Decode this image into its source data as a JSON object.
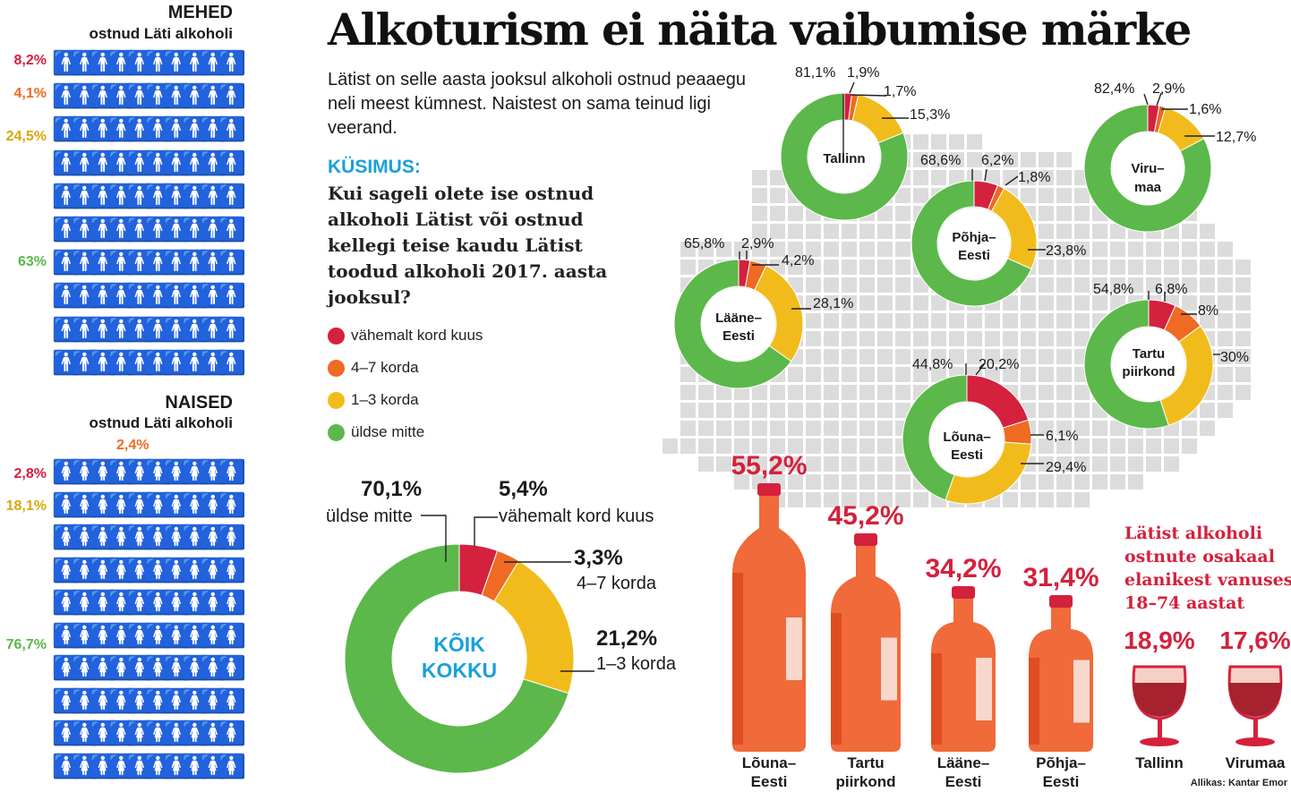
{
  "title": "Alkoturism ei näita vaibumise märke",
  "intro": "Lätist on selle aasta jooksul alkoholi ostnud peaaegu neli meest kümnest. Naistest on sama teinud ligi veerand.",
  "question_label": "KÜSIMUS:",
  "question": "Kui sageli olete ise ostnud alkoholi Lätist või ostnud kellegi teise kaudu Lätist toodud alkoholi 2017. aasta jooksul?",
  "colors": {
    "red": "#d4213d",
    "orange": "#ef6a23",
    "yellow": "#f1bc1b",
    "green": "#5cb84a",
    "title_red": "#d4213d",
    "blue": "#1aa0dc"
  },
  "legend": [
    {
      "label": "vähemalt kord  kuus",
      "color": "#d4213d"
    },
    {
      "label": "4–7 korda",
      "color": "#ef6a23"
    },
    {
      "label": "1–3 korda",
      "color": "#f1bc1b"
    },
    {
      "label": "üldse mitte",
      "color": "#5cb84a"
    }
  ],
  "men": {
    "heading": "MEHED",
    "sub": "ostnud Läti alkoholi",
    "pcts": [
      "8,2%",
      "4,1%",
      "24,5%",
      "63%"
    ],
    "icon": "man-icon"
  },
  "women": {
    "heading": "NAISED",
    "sub": "ostnud Läti alkoholi",
    "pcts": [
      "2,8%",
      "2,4%",
      "18,1%",
      "76,7%"
    ],
    "icon": "woman-icon"
  },
  "total": {
    "center_line1": "KÕIK",
    "center_line2": "KOKKU",
    "labels": [
      {
        "value": "70,1%",
        "text": "üldse mitte"
      },
      {
        "value": "5,4%",
        "text": "vähemalt kord kuus"
      },
      {
        "value": "3,3%",
        "text": "4–7 korda"
      },
      {
        "value": "21,2%",
        "text": "1–3 korda"
      }
    ]
  },
  "regional_note": "Lätist alkoholi ostnute osakaal elanikest vanuses 18–74 aastat",
  "source": "Allikas: Kantar Emor",
  "chart_data": [
    {
      "type": "pie",
      "title": "KÕIK KOKKU",
      "categories": [
        "vähemalt kord kuus",
        "4–7 korda",
        "1–3 korda",
        "üldse mitte"
      ],
      "values": [
        5.4,
        3.3,
        21.2,
        70.1
      ]
    },
    {
      "type": "pie",
      "title": "Tallinn",
      "categories": [
        "vähemalt kord kuus",
        "4–7 korda",
        "1–3 korda",
        "üldse mitte"
      ],
      "values": [
        1.9,
        1.7,
        15.3,
        81.1
      ],
      "labels": [
        "1,9%",
        "1,7%",
        "15,3%",
        "81,1%"
      ]
    },
    {
      "type": "pie",
      "title": "Viru-maa",
      "categories": [
        "vähemalt kord kuus",
        "4–7 korda",
        "1–3 korda",
        "üldse mitte"
      ],
      "values": [
        2.9,
        1.6,
        12.7,
        82.4
      ],
      "labels": [
        "2,9%",
        "1,6%",
        "12,7%",
        "82,4%"
      ]
    },
    {
      "type": "pie",
      "title": "Põhja-Eesti",
      "categories": [
        "vähemalt kord kuus",
        "4–7 korda",
        "1–3 korda",
        "üldse mitte"
      ],
      "values": [
        6.2,
        1.8,
        23.8,
        68.6
      ],
      "labels": [
        "6,2%",
        "1,8%",
        "23,8%",
        "68,6%"
      ]
    },
    {
      "type": "pie",
      "title": "Lääne-Eesti",
      "categories": [
        "vähemalt kord kuus",
        "4–7 korda",
        "1–3 korda",
        "üldse mitte"
      ],
      "values": [
        2.9,
        4.2,
        28.1,
        65.8
      ],
      "labels": [
        "2,9%",
        "4,2%",
        "28,1%",
        "65,8%"
      ]
    },
    {
      "type": "pie",
      "title": "Tartu piirkond",
      "categories": [
        "vähemalt kord kuus",
        "4–7 korda",
        "1–3 korda",
        "üldse mitte"
      ],
      "values": [
        6.8,
        8,
        30,
        54.8
      ],
      "labels": [
        "6,8%",
        "8%",
        "30%",
        "54,8%"
      ]
    },
    {
      "type": "pie",
      "title": "Lõuna-Eesti",
      "categories": [
        "vähemalt kord kuus",
        "4–7 korda",
        "1–3 korda",
        "üldse mitte"
      ],
      "values": [
        20.2,
        6.1,
        29.4,
        44.8
      ],
      "labels": [
        "20,2%",
        "6,1%",
        "29,4%",
        "44,8%"
      ]
    },
    {
      "type": "bar",
      "title": "Lätist alkoholi ostnute osakaal elanikest vanuses 18–74 aastat",
      "categories": [
        "Lõuna-Eesti",
        "Tartu piirkond",
        "Lääne-Eesti",
        "Põhja-Eesti",
        "Tallinn",
        "Virumaa"
      ],
      "values": [
        55.2,
        45.2,
        34.2,
        31.4,
        18.9,
        17.6
      ],
      "labels": [
        "55,2%",
        "45,2%",
        "34,2%",
        "31,4%",
        "18,9%",
        "17,6%"
      ],
      "ylim": [
        0,
        60
      ]
    },
    {
      "type": "bar",
      "title": "MEHED ostnud Läti alkoholi",
      "categories": [
        "vähemalt kord kuus",
        "4–7 korda",
        "1–3 korda",
        "üldse mitte"
      ],
      "values": [
        8.2,
        4.1,
        24.5,
        63
      ]
    },
    {
      "type": "bar",
      "title": "NAISED ostnud Läti alkoholi",
      "categories": [
        "vähemalt kord kuus",
        "4–7 korda",
        "1–3 korda",
        "üldse mitte"
      ],
      "values": [
        2.8,
        2.4,
        18.1,
        76.7
      ]
    }
  ]
}
